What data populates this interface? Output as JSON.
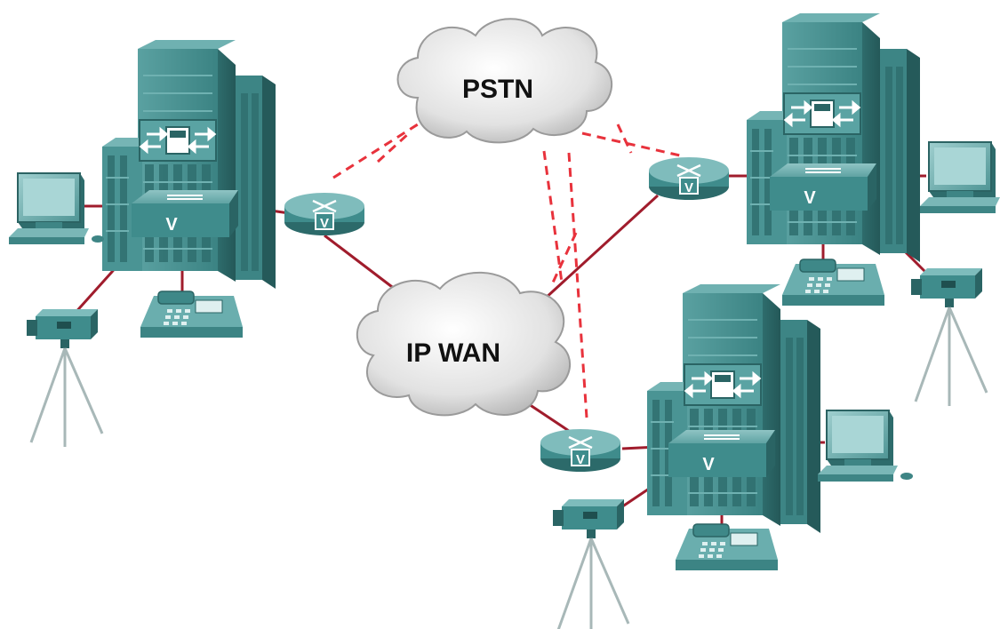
{
  "clouds": {
    "pstn": {
      "label": "PSTN"
    },
    "ipwan": {
      "label": "IP WAN"
    }
  },
  "devices": {
    "router_label": "V",
    "switch_label": "V"
  },
  "colors": {
    "device_teal": "#3f8c8c",
    "device_dark": "#2c6a6a",
    "wan_link": "#a01c2c",
    "pstn_link": "#e8323c",
    "cloud_fill": "#e6e6e6"
  }
}
